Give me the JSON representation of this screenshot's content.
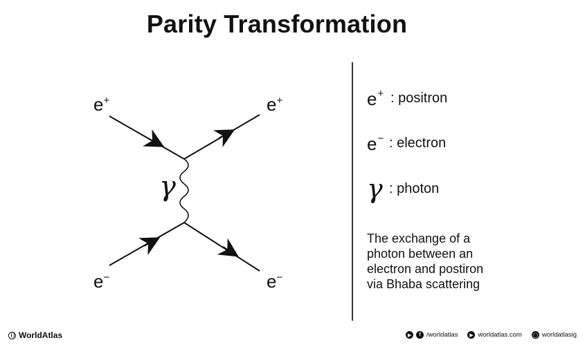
{
  "title": "Parity Transformation",
  "diagram": {
    "top_left": {
      "base": "e",
      "sup": "+"
    },
    "top_right": {
      "base": "e",
      "sup": "+"
    },
    "bottom_left": {
      "base": "e",
      "sup": "−"
    },
    "bottom_right": {
      "base": "e",
      "sup": "−"
    },
    "propagator": "γ"
  },
  "legend": [
    {
      "base": "e",
      "sup": "+",
      "text": ": positron"
    },
    {
      "base": "e",
      "sup": "−",
      "text": ": electron"
    },
    {
      "symbol": "γ",
      "text": ": photon"
    }
  ],
  "caption": [
    "The exchange of a",
    "photon between an",
    "electron and postiron",
    "via Bhaba scattering"
  ],
  "footer": {
    "brand": "WorldAtlas",
    "social": [
      {
        "icons": [
          "youtube-icon",
          "facebook-icon"
        ],
        "text": "/worldatlas"
      },
      {
        "icons": [
          "play-icon"
        ],
        "text": "worldatlas.com"
      },
      {
        "icons": [
          "instagram-icon"
        ],
        "text": "worldatlasig"
      }
    ]
  },
  "colors": {
    "ink": "#111111",
    "background": "#ffffff"
  }
}
